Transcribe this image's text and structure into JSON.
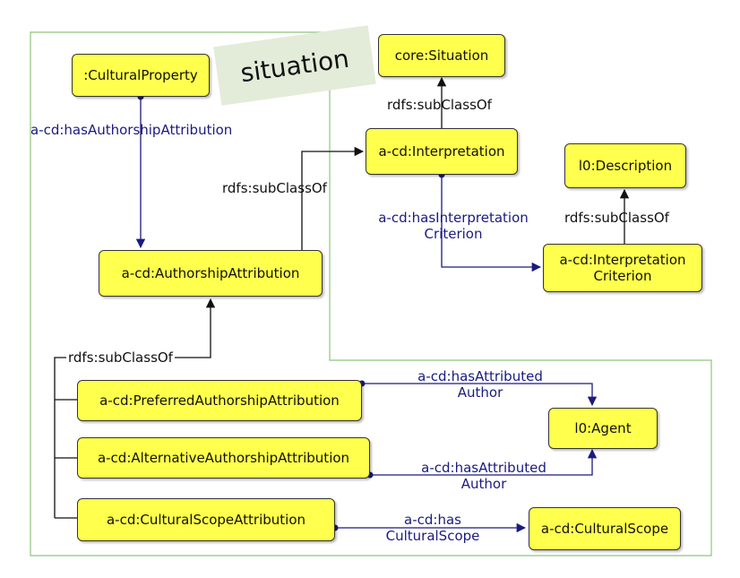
{
  "colors": {
    "box_fill": "#ffff4d",
    "frame": "#8fc47a",
    "blue_edge": "#1a1a80",
    "black_edge": "#111111",
    "situation_bg": "#e3ecd9"
  },
  "situation_label": "situation",
  "nodes": {
    "cultural_property": ":CulturalProperty",
    "core_situation": "core:Situation",
    "interpretation": "a-cd:Interpretation",
    "description": "l0:Description",
    "authorship_attribution": "a-cd:AuthorshipAttribution",
    "interpretation_criterion": [
      "a-cd:Interpretation",
      "Criterion"
    ],
    "preferred_attribution": "a-cd:PreferredAuthorshipAttribution",
    "alternative_attribution": "a-cd:AlternativeAuthorshipAttribution",
    "cultural_scope_attribution": "a-cd:CulturalScopeAttribution",
    "agent": "l0:Agent",
    "cultural_scope": "a-cd:CulturalScope"
  },
  "edges": {
    "has_authorship_attribution": "a-cd:hasAuthorshipAttribution",
    "subclass_situation": "rdfs:subClassOf",
    "subclass_interpretation": "rdfs:subClassOf",
    "has_interpretation_criterion": [
      "a-cd:hasInterpretation",
      "Criterion"
    ],
    "subclass_description": "rdfs:subClassOf",
    "subclass_authorship": "rdfs:subClassOf",
    "has_attributed_author_1": [
      "a-cd:hasAttributed",
      "Author"
    ],
    "has_attributed_author_2": [
      "a-cd:hasAttributed",
      "Author"
    ],
    "has_cultural_scope": [
      "a-cd:has",
      "CulturalScope"
    ]
  }
}
